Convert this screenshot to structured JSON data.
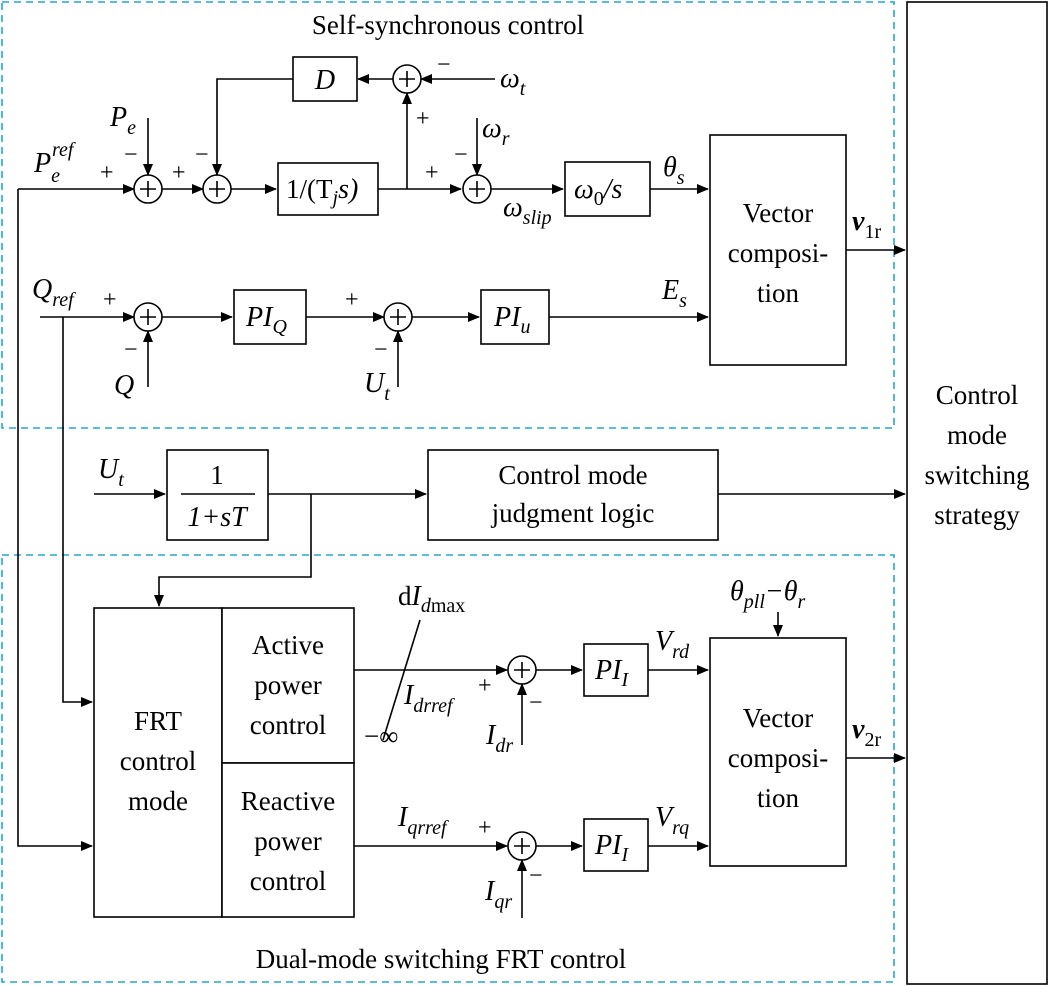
{
  "regions": {
    "self_sync_title": "Self-synchronous control",
    "frt_title": "Dual-mode switching FRT control"
  },
  "strategy_box": [
    "Control",
    "mode",
    "switching",
    "strategy"
  ],
  "blocks": {
    "damping": "D",
    "inertia": "1/(T",
    "inertia_sub": "j",
    "inertia_tail": "s)",
    "integrator_a": "ω",
    "integrator_a_sub": "0",
    "integrator_b": "/s",
    "piq": "PI",
    "piq_sub": "Q",
    "piu": "PI",
    "piu_sub": "u",
    "vector1": [
      "Vector",
      "composi-",
      "tion"
    ],
    "vector2": [
      "Vector",
      "composi-",
      "tion"
    ],
    "filter_num": "1",
    "filter_den": "1+sT",
    "judgment": [
      "Control mode",
      "judgment logic"
    ],
    "frt_mode": [
      "FRT",
      "control",
      "mode"
    ],
    "active": [
      "Active",
      "power",
      "control"
    ],
    "reactive": [
      "Reactive",
      "power",
      "control"
    ],
    "pii1": "PI",
    "pii1_sub": "I",
    "pii2": "PI",
    "pii2_sub": "I"
  },
  "signals": {
    "pe": "P",
    "pe_sub": "e",
    "peref": "P",
    "peref_sub": "e",
    "peref_sup": "ref",
    "omega_t": "ω",
    "omega_t_sub": "t",
    "omega_r": "ω",
    "omega_r_sub": "r",
    "omega_slip": "ω",
    "omega_slip_sub": "slip",
    "theta_s": "θ",
    "theta_s_sub": "s",
    "v1r": "v",
    "v1r_sub": "1r",
    "qref": "Q",
    "qref_sub": "ref",
    "q": "Q",
    "ut1": "U",
    "ut1_sub": "t",
    "es": "E",
    "es_sub": "s",
    "ut2": "U",
    "ut2_sub": "t",
    "didmax_a": "d",
    "didmax_b": "I",
    "didmax_sub": "d",
    "didmax_tail": "max",
    "minus_inf": "−∞",
    "idrref": "I",
    "idrref_sub": "drref",
    "idr": "I",
    "idr_sub": "dr",
    "vrd": "V",
    "vrd_sub": "rd",
    "theta_pll": "θ",
    "theta_pll_sub": "pll",
    "theta_minus": "−θ",
    "theta_r_sub": "r",
    "v2r": "v",
    "v2r_sub": "2r",
    "iqrref": "I",
    "iqrref_sub": "qrref",
    "iqr": "I",
    "iqr_sub": "qr",
    "vrq": "V",
    "vrq_sub": "rq"
  },
  "signs": {
    "plus": "+",
    "minus": "−"
  }
}
